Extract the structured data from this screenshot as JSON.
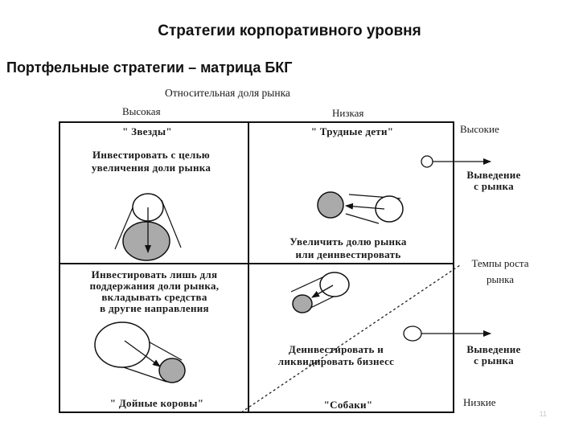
{
  "slide": {
    "title": "Стратегии корпоративного уровня",
    "subtitle": "Портфельные стратегии – матрица БКГ"
  },
  "axes": {
    "x_title": "Относительная доля рынка",
    "x_high": "Высокая",
    "x_low": "Низкая",
    "y_title_line1": "Темпы роста",
    "y_title_line2": "рынка",
    "y_high": "Высокие",
    "y_low": "Низкие"
  },
  "quadrants": {
    "stars": {
      "name": "\" Звезды\"",
      "strategy_line1": "Инвестировать с целью",
      "strategy_line2": "увеличения доли рынка"
    },
    "question_marks": {
      "name": "\" Трудные дети\"",
      "strategy_line1": "Увеличить долю рынка",
      "strategy_line2": "или деинвестировать"
    },
    "cash_cows": {
      "name": "\" Дойные коровы\"",
      "strategy_line1": "Инвестировать лишь для",
      "strategy_line2": "поддержания доли рынка,",
      "strategy_line3": "вкладывать средства",
      "strategy_line4": "в другие направления"
    },
    "dogs": {
      "name": "\"Собаки\"",
      "strategy_line1": "Деинвестировать и",
      "strategy_line2": "ликвидировать бизнесс"
    }
  },
  "exit": {
    "top_line1": "Выведение",
    "top_line2": "с рынка",
    "bottom_line1": "Выведение",
    "bottom_line2": "с рынка"
  },
  "footer": {
    "page_number": "11"
  },
  "colors": {
    "line": "#111111",
    "circle_fill": "#aaaaaa"
  }
}
